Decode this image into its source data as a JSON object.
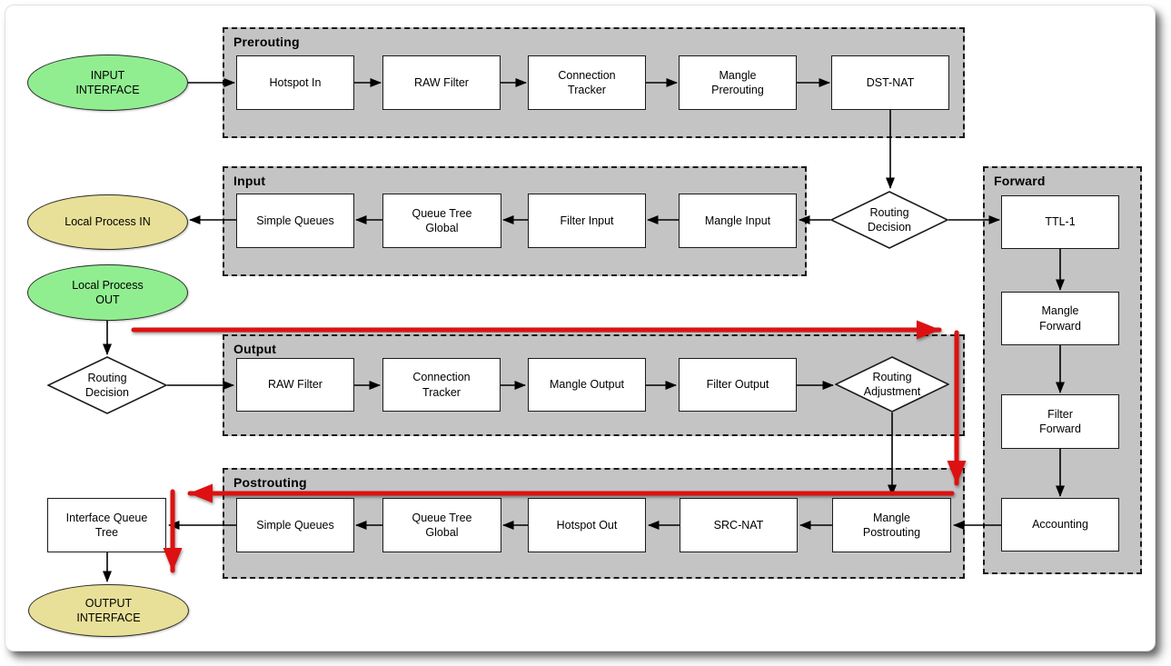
{
  "colors": {
    "ellipse_green": "#90ee90",
    "ellipse_yellow": "#e8e098",
    "container_gray": "#c4c4c4",
    "highlight_red": "#dd1111",
    "box_white": "#ffffff",
    "line_black": "#000000"
  },
  "containers": {
    "prerouting": {
      "label": "Prerouting"
    },
    "input": {
      "label": "Input"
    },
    "forward": {
      "label": "Forward"
    },
    "output": {
      "label": "Output"
    },
    "postrouting": {
      "label": "Postrouting"
    }
  },
  "nodes": {
    "input_interface": {
      "label": "INPUT\nINTERFACE"
    },
    "hotspot_in": {
      "label": "Hotspot In"
    },
    "raw_filter_prerouting": {
      "label": "RAW Filter"
    },
    "connection_tracker_prerouting": {
      "label": "Connection\nTracker"
    },
    "mangle_prerouting": {
      "label": "Mangle\nPrerouting"
    },
    "dst_nat": {
      "label": "DST-NAT"
    },
    "routing_decision_top": {
      "label": "Routing\nDecision"
    },
    "local_process_in": {
      "label": "Local Process IN"
    },
    "simple_queues_input": {
      "label": "Simple Queues"
    },
    "queue_tree_global_input": {
      "label": "Queue Tree\nGlobal"
    },
    "filter_input": {
      "label": "Filter Input"
    },
    "mangle_input": {
      "label": "Mangle Input"
    },
    "ttl_1": {
      "label": "TTL-1"
    },
    "mangle_forward": {
      "label": "Mangle\nForward"
    },
    "filter_forward": {
      "label": "Filter\nForward"
    },
    "accounting": {
      "label": "Accounting"
    },
    "local_process_out": {
      "label": "Local Process\nOUT"
    },
    "routing_decision_left": {
      "label": "Routing\nDecision"
    },
    "raw_filter_output": {
      "label": "RAW Filter"
    },
    "connection_tracker_output": {
      "label": "Connection\nTracker"
    },
    "mangle_output": {
      "label": "Mangle Output"
    },
    "filter_output": {
      "label": "Filter Output"
    },
    "routing_adjustment": {
      "label": "Routing\nAdjustment"
    },
    "simple_queues_postrouting": {
      "label": "Simple Queues"
    },
    "queue_tree_global_postrouting": {
      "label": "Queue Tree\nGlobal"
    },
    "hotspot_out": {
      "label": "Hotspot Out"
    },
    "src_nat": {
      "label": "SRC-NAT"
    },
    "mangle_postrouting": {
      "label": "Mangle\nPostrouting"
    },
    "interface_queue_tree": {
      "label": "Interface Queue\nTree"
    },
    "output_interface": {
      "label": "OUTPUT\nINTERFACE"
    }
  }
}
